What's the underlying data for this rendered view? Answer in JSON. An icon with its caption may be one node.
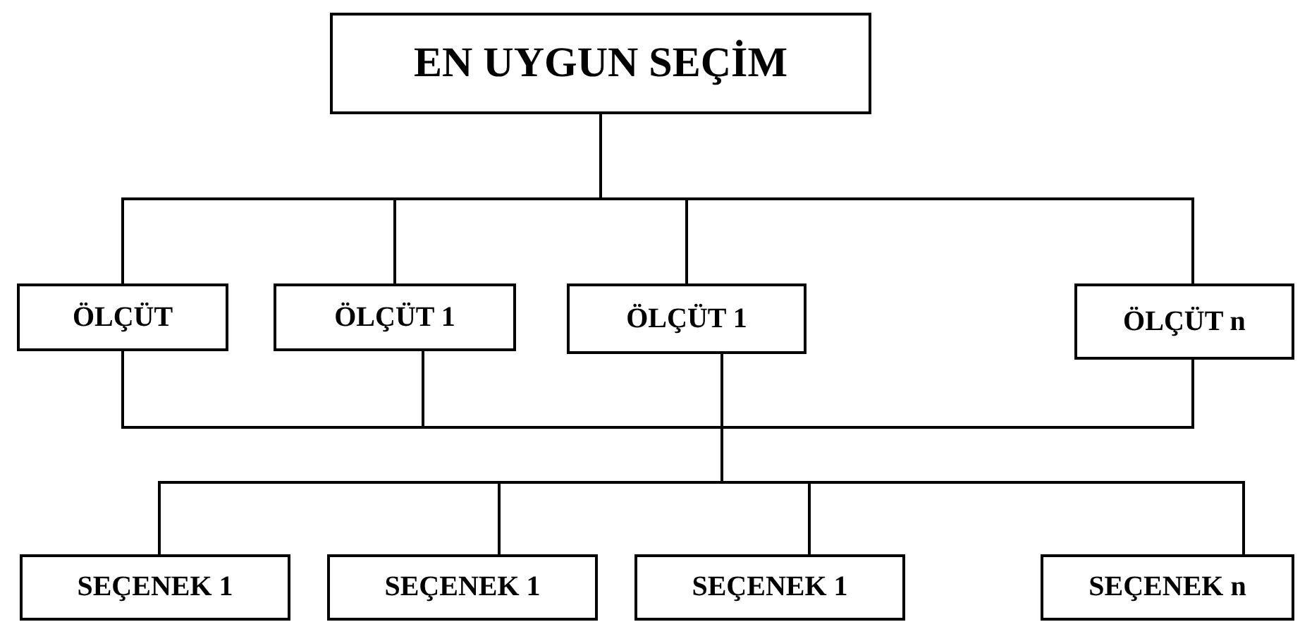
{
  "diagram": {
    "nodes": [
      {
        "text": [
          "EN UYGUN SEÇİM"
        ]
      },
      {
        "text": [
          "ÖLÇÜT"
        ]
      },
      {
        "text": [
          "ÖLÇÜT 1"
        ]
      },
      {
        "text": [
          "ÖLÇÜT 1"
        ]
      },
      {
        "text": [
          "ÖLÇÜT n"
        ]
      },
      {
        "text": [
          "SEÇENEK 1"
        ]
      },
      {
        "text": [
          "SEÇENEK 1"
        ]
      },
      {
        "text": [
          "SEÇENEK 1"
        ]
      },
      {
        "text": [
          "SEÇENEK n"
        ]
      }
    ],
    "edges": [
      {
        "from": 0,
        "to": 1,
        "arrow": "none"
      },
      {
        "from": 0,
        "to": 2,
        "arrow": "none"
      },
      {
        "from": 0,
        "to": 3,
        "arrow": "none"
      },
      {
        "from": 0,
        "to": 4,
        "arrow": "none"
      },
      {
        "from": 1,
        "to": 5,
        "arrow": "none"
      },
      {
        "from": 1,
        "to": 6,
        "arrow": "none"
      },
      {
        "from": 1,
        "to": 7,
        "arrow": "none"
      },
      {
        "from": 1,
        "to": 8,
        "arrow": "none"
      },
      {
        "from": 2,
        "to": 5,
        "arrow": "none"
      },
      {
        "from": 2,
        "to": 6,
        "arrow": "none"
      },
      {
        "from": 2,
        "to": 7,
        "arrow": "none"
      },
      {
        "from": 2,
        "to": 8,
        "arrow": "none"
      },
      {
        "from": 3,
        "to": 5,
        "arrow": "none"
      },
      {
        "from": 3,
        "to": 6,
        "arrow": "none"
      },
      {
        "from": 3,
        "to": 7,
        "arrow": "none"
      },
      {
        "from": 3,
        "to": 8,
        "arrow": "none"
      },
      {
        "from": 4,
        "to": 5,
        "arrow": "none"
      },
      {
        "from": 4,
        "to": 6,
        "arrow": "none"
      },
      {
        "from": 4,
        "to": 7,
        "arrow": "none"
      },
      {
        "from": 4,
        "to": 8,
        "arrow": "none"
      }
    ]
  }
}
